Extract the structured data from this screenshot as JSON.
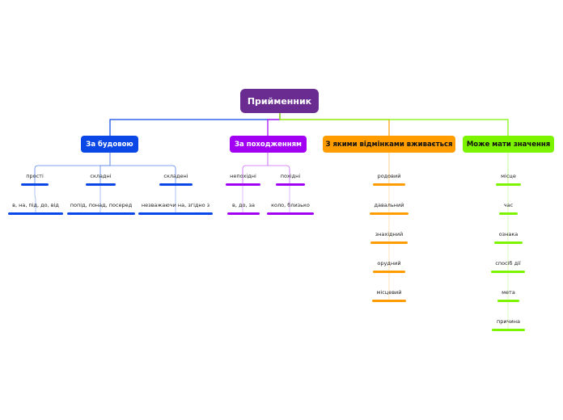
{
  "colors": {
    "root": "#6a2c91",
    "budova": "#0a47e6",
    "pokhodzhennya": "#a200f2",
    "vidminky": "#ff9c00",
    "znachennya": "#7cf400"
  },
  "root": {
    "label": "Прийменник"
  },
  "budova": {
    "label": "За будовою",
    "sub": [
      {
        "label": "прості",
        "example": "в, на, під, до, від"
      },
      {
        "label": "складні",
        "example": "попід, понад, посеред"
      },
      {
        "label": "складені",
        "example": "незважаючи на, згідно з"
      }
    ]
  },
  "pokhodzhennya": {
    "label": "За походженням",
    "sub": [
      {
        "label": "непохідні",
        "example": "в, до, за"
      },
      {
        "label": "похідні",
        "example": "коло, близько"
      }
    ]
  },
  "vidminky": {
    "label": "З якими відмінками вживається",
    "items": [
      "родовий",
      "давальний",
      "знахідний",
      "орудний",
      "місцевий"
    ]
  },
  "znachennya": {
    "label": "Може мати значення",
    "items": [
      "місце",
      "час",
      "ознака",
      "спосіб дії",
      "мета",
      "причина"
    ]
  }
}
